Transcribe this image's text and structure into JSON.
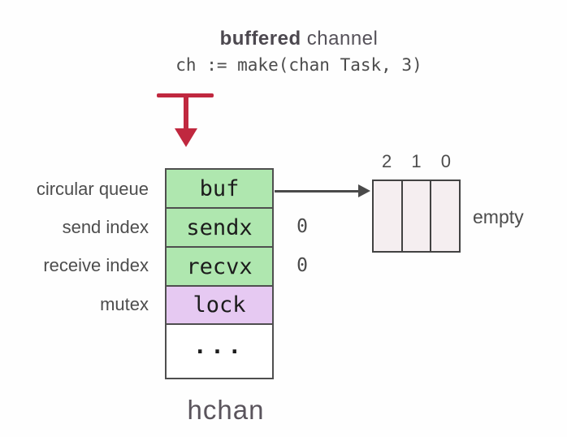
{
  "title": {
    "emphasis": "buffered",
    "rest": " channel",
    "code": "ch := make(chan Task, 3)"
  },
  "hchan": {
    "caption": "hchan",
    "rows": [
      {
        "field": "buf",
        "label": "circular queue"
      },
      {
        "field": "sendx",
        "label": "send index",
        "value": "0"
      },
      {
        "field": "recvx",
        "label": "receive index",
        "value": "0"
      },
      {
        "field": "lock",
        "label": "mutex"
      },
      {
        "field": "...",
        "label": ""
      }
    ]
  },
  "buffer": {
    "indices": [
      "2",
      "1",
      "0"
    ],
    "cell_count": 3,
    "status": "empty"
  },
  "colors": {
    "field_green": "#afe7af",
    "field_purple": "#e6c9f2",
    "buffer_cell": "#f5eef0",
    "arrow_red": "#c0283f",
    "arrow_gray": "#4a4a4a",
    "text_gray": "#54505a"
  }
}
